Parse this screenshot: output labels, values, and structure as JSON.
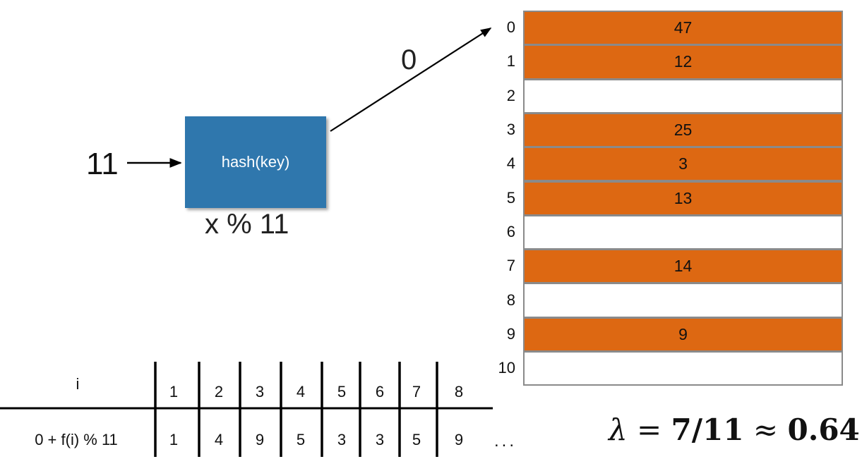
{
  "input": {
    "key": "11"
  },
  "hash_function": {
    "label": "hash(key)",
    "formula": "x % 11"
  },
  "output": {
    "index": "0"
  },
  "hash_table": {
    "rows": [
      {
        "index": "0",
        "value": "47",
        "filled": true
      },
      {
        "index": "1",
        "value": "12",
        "filled": true
      },
      {
        "index": "2",
        "value": "",
        "filled": false
      },
      {
        "index": "3",
        "value": "25",
        "filled": true
      },
      {
        "index": "4",
        "value": "3",
        "filled": true
      },
      {
        "index": "5",
        "value": "13",
        "filled": true
      },
      {
        "index": "6",
        "value": "",
        "filled": false
      },
      {
        "index": "7",
        "value": "14",
        "filled": true
      },
      {
        "index": "8",
        "value": "",
        "filled": false
      },
      {
        "index": "9",
        "value": "9",
        "filled": true
      },
      {
        "index": "10",
        "value": "",
        "filled": false
      }
    ]
  },
  "probe_table": {
    "row1_label": "i",
    "row2_label": "0 + f(i) % 11",
    "i_values": [
      "1",
      "2",
      "3",
      "4",
      "5",
      "6",
      "7",
      "8"
    ],
    "probe_values": [
      "1",
      "4",
      "9",
      "5",
      "3",
      "3",
      "5",
      "9"
    ],
    "ellipsis": "..."
  },
  "load_factor": {
    "symbol": "λ",
    "equals": "=",
    "value_fraction": "7/11",
    "approx": "≈",
    "value_decimal": "0.64"
  },
  "colors": {
    "filled_cell": "#dd6812",
    "hash_box": "#2f77ad"
  }
}
